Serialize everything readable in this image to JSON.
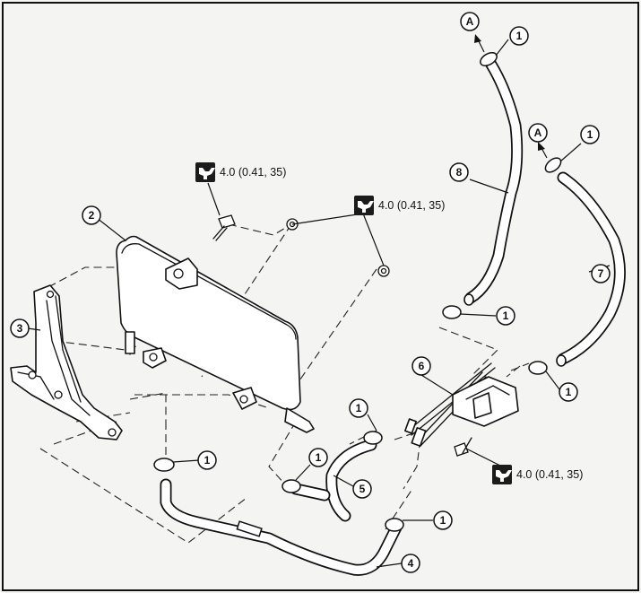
{
  "figure": {
    "torque_specs": [
      {
        "id": "torque-spec-1",
        "text": "4.0 (0.41, 35)"
      },
      {
        "id": "torque-spec-2",
        "text": "4.0 (0.41, 35)"
      },
      {
        "id": "torque-spec-3",
        "text": "4.0 (0.41, 35)"
      }
    ],
    "callouts": [
      {
        "id": "c1",
        "label": "1"
      },
      {
        "id": "c2",
        "label": "2"
      },
      {
        "id": "c3",
        "label": "3"
      },
      {
        "id": "c4",
        "label": "4"
      },
      {
        "id": "c5",
        "label": "5"
      },
      {
        "id": "c6",
        "label": "6"
      },
      {
        "id": "c7",
        "label": "7"
      },
      {
        "id": "c8",
        "label": "8"
      },
      {
        "id": "cA",
        "label": "A"
      }
    ]
  }
}
